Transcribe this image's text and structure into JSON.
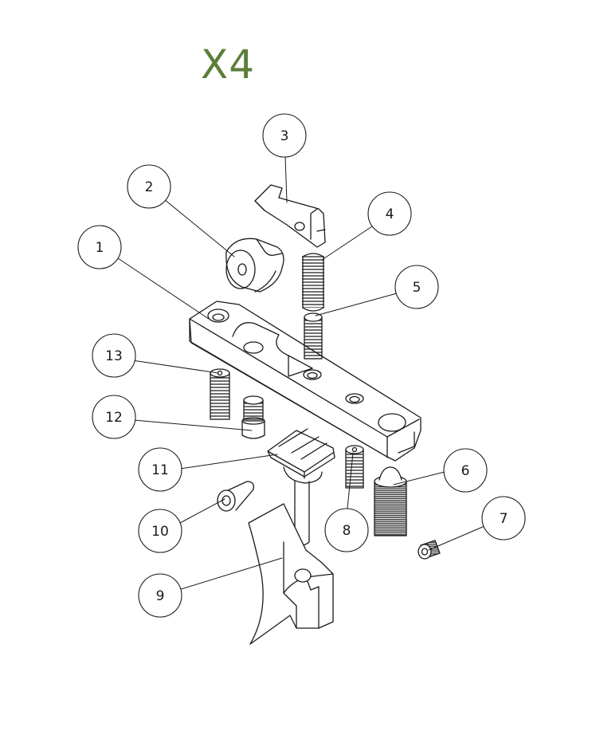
{
  "title": "X4",
  "colors": {
    "title": "#5b7f3a",
    "line": "#1a1a1a"
  },
  "callouts": [
    {
      "id": "1",
      "label": "1"
    },
    {
      "id": "2",
      "label": "2"
    },
    {
      "id": "3",
      "label": "3"
    },
    {
      "id": "4",
      "label": "4"
    },
    {
      "id": "5",
      "label": "5"
    },
    {
      "id": "6",
      "label": "6"
    },
    {
      "id": "7",
      "label": "7"
    },
    {
      "id": "8",
      "label": "8"
    },
    {
      "id": "9",
      "label": "9"
    },
    {
      "id": "10",
      "label": "10"
    },
    {
      "id": "11",
      "label": "11"
    },
    {
      "id": "12",
      "label": "12"
    },
    {
      "id": "13",
      "label": "13"
    }
  ]
}
